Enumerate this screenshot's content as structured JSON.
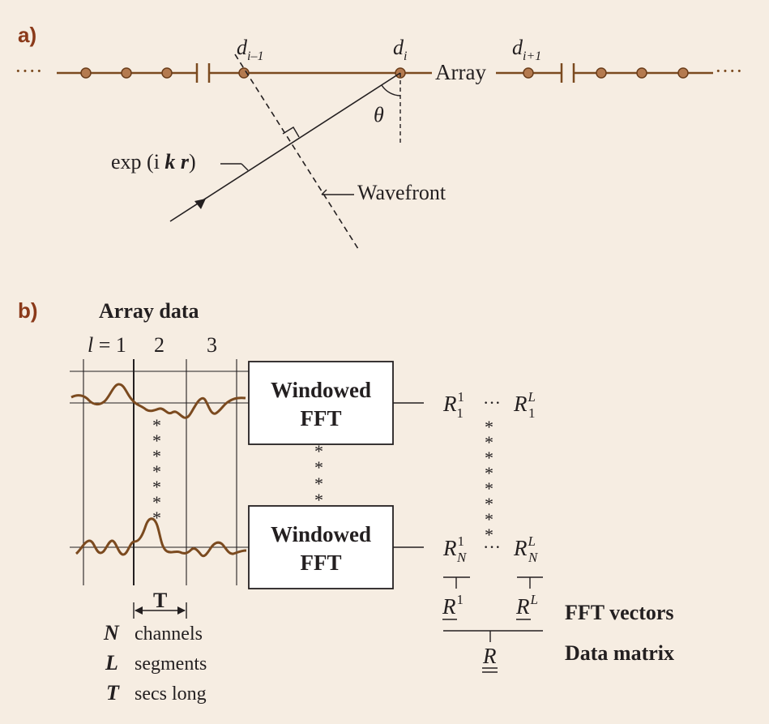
{
  "colors": {
    "background": "#f6ede2",
    "accent_text": "#8b3a1a",
    "signal": "#7b4a1f",
    "node": "#b47a4f",
    "ink": "#231f20"
  },
  "panel_a": {
    "label": "a)",
    "dots": "····",
    "detector_prev_main": "d",
    "detector_prev_sub": "i–1",
    "detector_curr_main": "d",
    "detector_curr_sub": "i",
    "detector_next_main": "d",
    "detector_next_sub": "i+1",
    "array_label": "Array",
    "angle_label": "θ",
    "wave_prefix": "exp (i ",
    "wave_k": "k",
    "wave_r": "r",
    "wave_suffix": ")",
    "wavefront_label": "Wavefront"
  },
  "panel_b": {
    "label": "b)",
    "title": "Array data",
    "segment_l": "l",
    "segment_eq": " = 1",
    "segment_2": "2",
    "segment_3": "3",
    "fft_box_line1": "Windowed",
    "fft_box_line2": "FFT",
    "asterisk": "*",
    "r_main": "R",
    "r_sup_1": "1",
    "r_sup_L": "L",
    "r_sub_1": "1",
    "r_sub_N": "N",
    "ellipsis": "···",
    "fft_vectors_label": "FFT vectors",
    "data_matrix_label": "Data matrix",
    "T_label": "T",
    "legend": [
      {
        "symbol": "N",
        "text": "channels"
      },
      {
        "symbol": "L",
        "text": "segments"
      },
      {
        "symbol": "T",
        "text": "secs long"
      }
    ]
  }
}
